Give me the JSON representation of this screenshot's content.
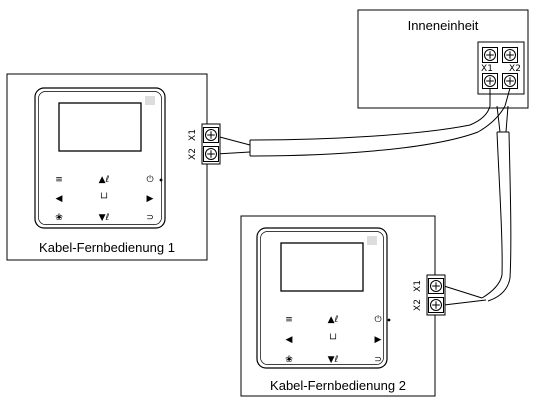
{
  "indoor_unit": {
    "label": "Inneneinheit",
    "terminal_labels": [
      "X1",
      "X2"
    ]
  },
  "controller_1": {
    "label": "Kabel-Fernbedienung 1",
    "terminal_labels": [
      "X1",
      "X2"
    ],
    "buttons": [
      "menu-icon",
      "temp-up-icon",
      "power-icon",
      "left-arrow-icon",
      "enter-icon",
      "right-arrow-icon",
      "fan-icon",
      "temp-down-icon",
      "back-icon"
    ]
  },
  "controller_2": {
    "label": "Kabel-Fernbedienung 2",
    "terminal_labels": [
      "X1",
      "X2"
    ],
    "buttons": [
      "menu-icon",
      "temp-up-icon",
      "power-icon",
      "left-arrow-icon",
      "enter-icon",
      "right-arrow-icon",
      "fan-icon",
      "temp-down-icon",
      "back-icon"
    ]
  }
}
